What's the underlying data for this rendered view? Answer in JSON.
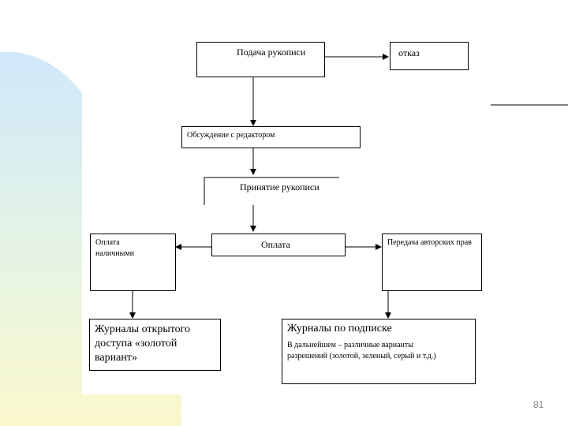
{
  "diagram": {
    "submission": "Подача рукописи",
    "rejection": "отказ",
    "editor_discussion": "Обсуждение с редактором",
    "acceptance": "Принятие рукописи",
    "payment": "Оплата",
    "cash_payment": "Оплата наличными",
    "rights_transfer": "Передача авторских прав",
    "open_access": "Журналы открытого доступа «золотой вариант»",
    "subscription": "Журналы по подписке",
    "subscription_note": "В дальнейшем – различные варианты разрешений (золотой, зеленый, серый и т.д.)"
  },
  "slide_number": "81",
  "colors": {
    "band_top": "#cfe8fb",
    "band_bottom": "#fbf7cf",
    "line": "#000000"
  }
}
